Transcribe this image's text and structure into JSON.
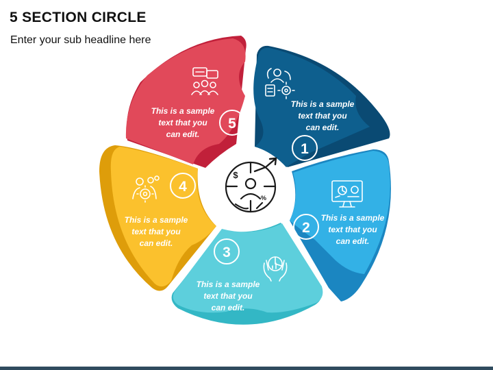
{
  "header": {
    "title": "5 SECTION CIRCLE",
    "subtitle": "Enter your sub headline here"
  },
  "center": {
    "icon": "dollar-growth-person-icon"
  },
  "segments": [
    {
      "number": "1",
      "lines": [
        "This is a sample",
        "text that you",
        "can edit."
      ],
      "color": "#0e5f8e",
      "accent": "#0a4a73",
      "icon": "worker-process-gear-icon"
    },
    {
      "number": "2",
      "lines": [
        "This is a sample",
        "text that you",
        "can edit."
      ],
      "color": "#33b1e6",
      "accent": "#1b86c1",
      "icon": "monitor-analytics-icon"
    },
    {
      "number": "3",
      "lines": [
        "This is a sample",
        "text that you",
        "can edit."
      ],
      "color": "#5dcfdc",
      "accent": "#33b7c5",
      "icon": "hands-chart-icon"
    },
    {
      "number": "4",
      "lines": [
        "This is a sample",
        "text that you",
        "can edit."
      ],
      "color": "#fbc12d",
      "accent": "#de9d0a",
      "icon": "team-gears-icon"
    },
    {
      "number": "5",
      "lines": [
        "This is a sample",
        "text that you",
        "can edit."
      ],
      "color": "#e1495a",
      "accent": "#c1203a",
      "icon": "group-chat-icon"
    }
  ]
}
